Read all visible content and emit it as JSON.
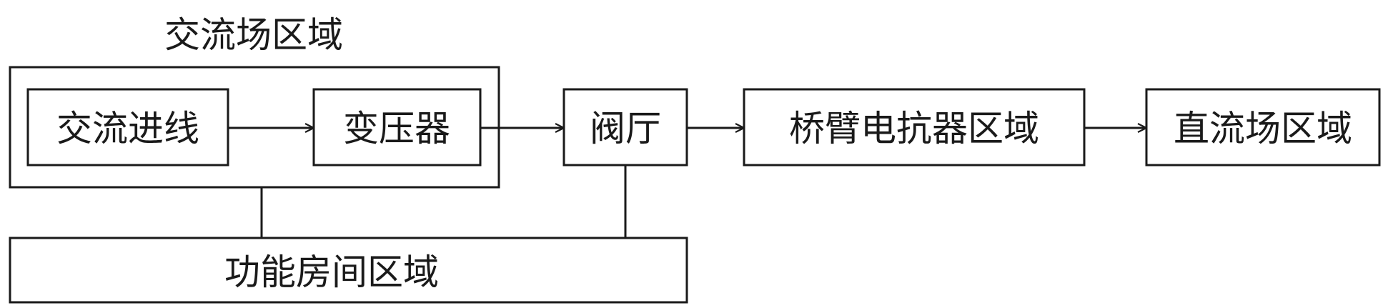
{
  "diagram": {
    "ac_yard": {
      "title": "交流场区域",
      "ac_incoming": "交流进线",
      "transformer": "变压器"
    },
    "valve_hall": "阀厅",
    "bridge_arm_reactor": "桥臂电抗器区域",
    "dc_yard": "直流场区域",
    "functional_rooms": "功能房间区域"
  },
  "colors": {
    "line": "#1a1a1a",
    "background": "#ffffff"
  }
}
